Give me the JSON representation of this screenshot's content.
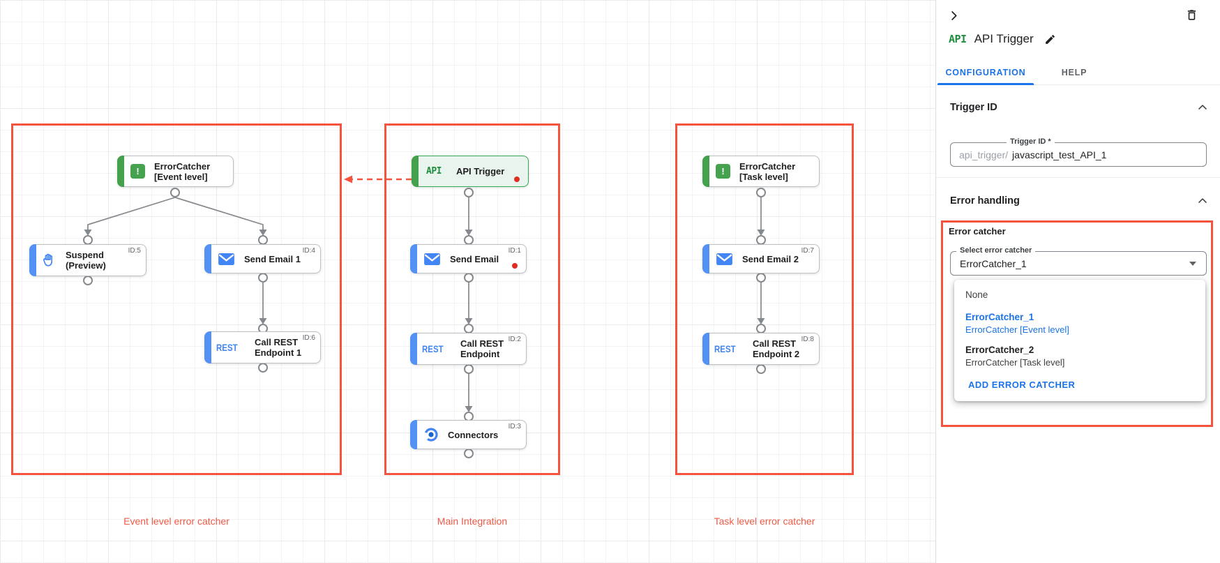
{
  "colors": {
    "accent_blue": "#1a73e8",
    "node_blue": "#4285f4",
    "node_green": "#34a853",
    "highlight_red": "#f5533d",
    "red_dot": "#e02d22"
  },
  "canvas": {
    "groups": {
      "event": {
        "label": "Event level error catcher"
      },
      "main": {
        "label": "Main Integration"
      },
      "task": {
        "label": "Task level error catcher"
      }
    },
    "error_icon_glyph": "!",
    "rest_glyph": "REST",
    "nodes": {
      "ec_event": {
        "line1": "ErrorCatcher",
        "line2": "[Event level]"
      },
      "suspend": {
        "line1": "Suspend",
        "line2": "(Preview)",
        "id": "ID:5"
      },
      "send_email_1": {
        "line1": "Send Email 1",
        "id": "ID:4"
      },
      "call_rest_1": {
        "line1": "Call REST",
        "line2": "Endpoint 1",
        "id": "ID:6"
      },
      "api_trigger": {
        "line1": "API Trigger",
        "icon_text": "API"
      },
      "send_email": {
        "line1": "Send Email",
        "id": "ID:1"
      },
      "call_rest": {
        "line1": "Call REST",
        "line2": "Endpoint",
        "id": "ID:2"
      },
      "connectors": {
        "line1": "Connectors",
        "id": "ID:3"
      },
      "ec_task": {
        "line1": "ErrorCatcher",
        "line2": "[Task level]"
      },
      "send_email_2": {
        "line1": "Send Email 2",
        "id": "ID:7"
      },
      "call_rest_2": {
        "line1": "Call REST",
        "line2": "Endpoint 2",
        "id": "ID:8"
      }
    }
  },
  "panel": {
    "icon_text": "API",
    "title": "API Trigger",
    "tabs": {
      "configuration": "CONFIGURATION",
      "help": "HELP"
    },
    "trigger_id": {
      "heading": "Trigger ID",
      "field_label": "Trigger ID *",
      "prefix": "api_trigger/",
      "value": "javascript_test_API_1"
    },
    "error_handling": {
      "heading": "Error handling",
      "group_label": "Error catcher",
      "select_label": "Select error catcher",
      "select_value": "ErrorCatcher_1",
      "menu": {
        "none": "None",
        "opt1_name": "ErrorCatcher_1",
        "opt1_desc": "ErrorCatcher [Event level]",
        "opt2_name": "ErrorCatcher_2",
        "opt2_desc": "ErrorCatcher [Task level]",
        "add": "ADD ERROR CATCHER"
      }
    }
  }
}
